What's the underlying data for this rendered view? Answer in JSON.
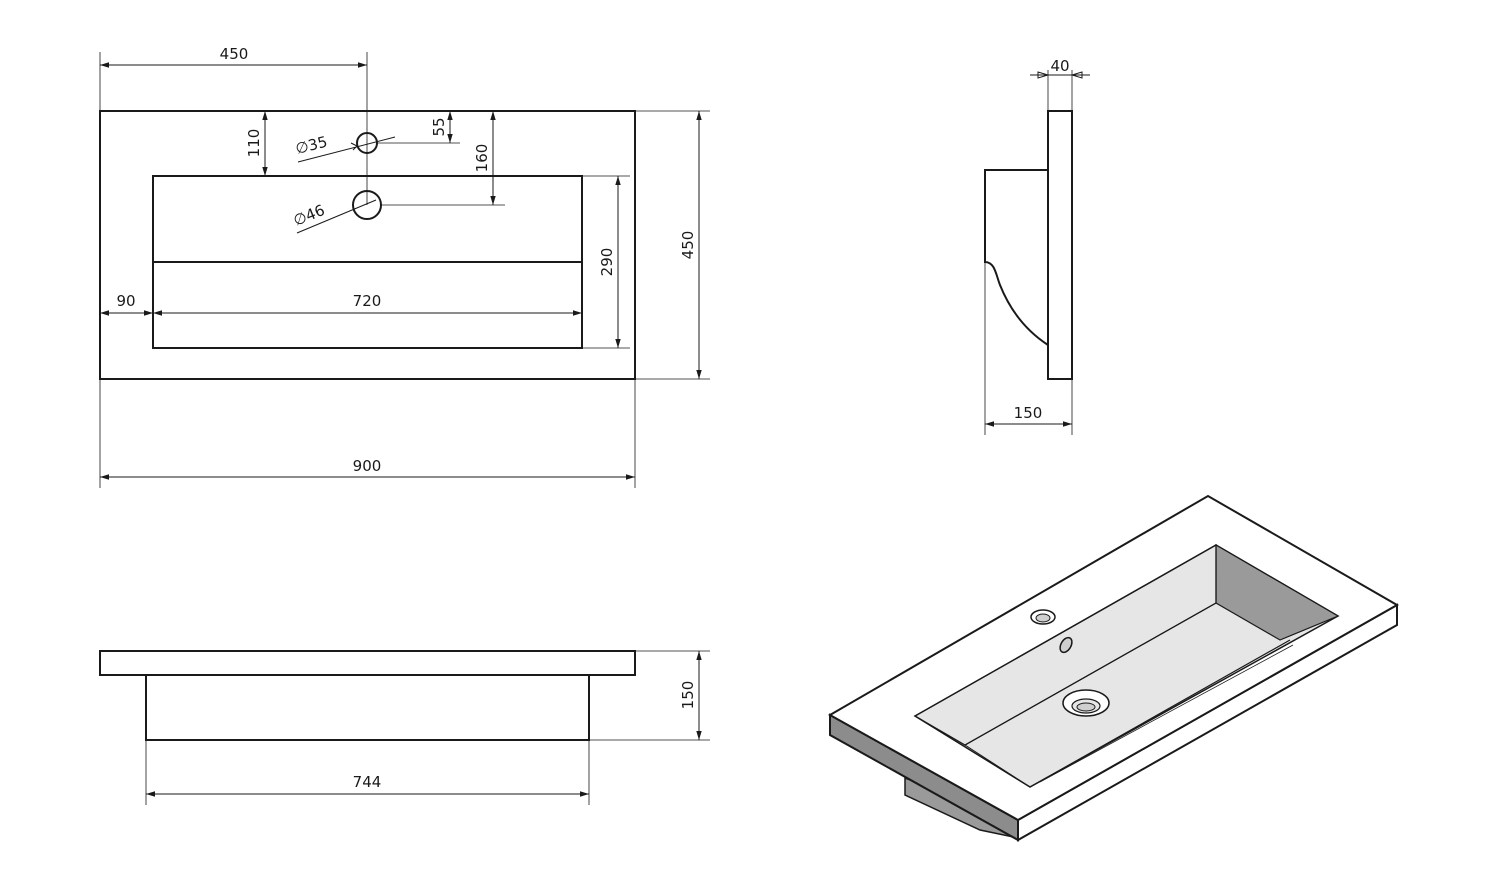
{
  "top_view": {
    "dim_450_width": "450",
    "dim_110": "110",
    "dim_55": "55",
    "dim_160": "160",
    "dim_35": "∅35",
    "dim_46": "∅46",
    "dim_290": "290",
    "dim_450_height": "450",
    "dim_90": "90",
    "dim_720": "720",
    "dim_900": "900"
  },
  "side_view": {
    "dim_40": "40",
    "dim_150": "150"
  },
  "front_view": {
    "dim_150": "150",
    "dim_744": "744"
  },
  "colors": {
    "line": "#1a1a1a",
    "basin_light": "#e6e6e6",
    "basin_mid": "#cfcfcf",
    "basin_dark": "#9a9a9a",
    "edge_dark": "#8c8c8c"
  }
}
